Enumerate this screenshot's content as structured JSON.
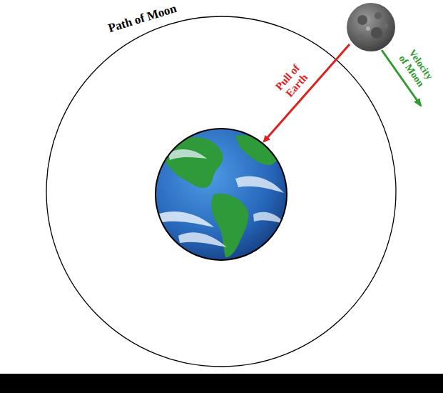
{
  "diagram": {
    "labels": [
      "Path of Moon",
      "Pull of Earth",
      "Velocity of Moon"
    ]
  }
}
